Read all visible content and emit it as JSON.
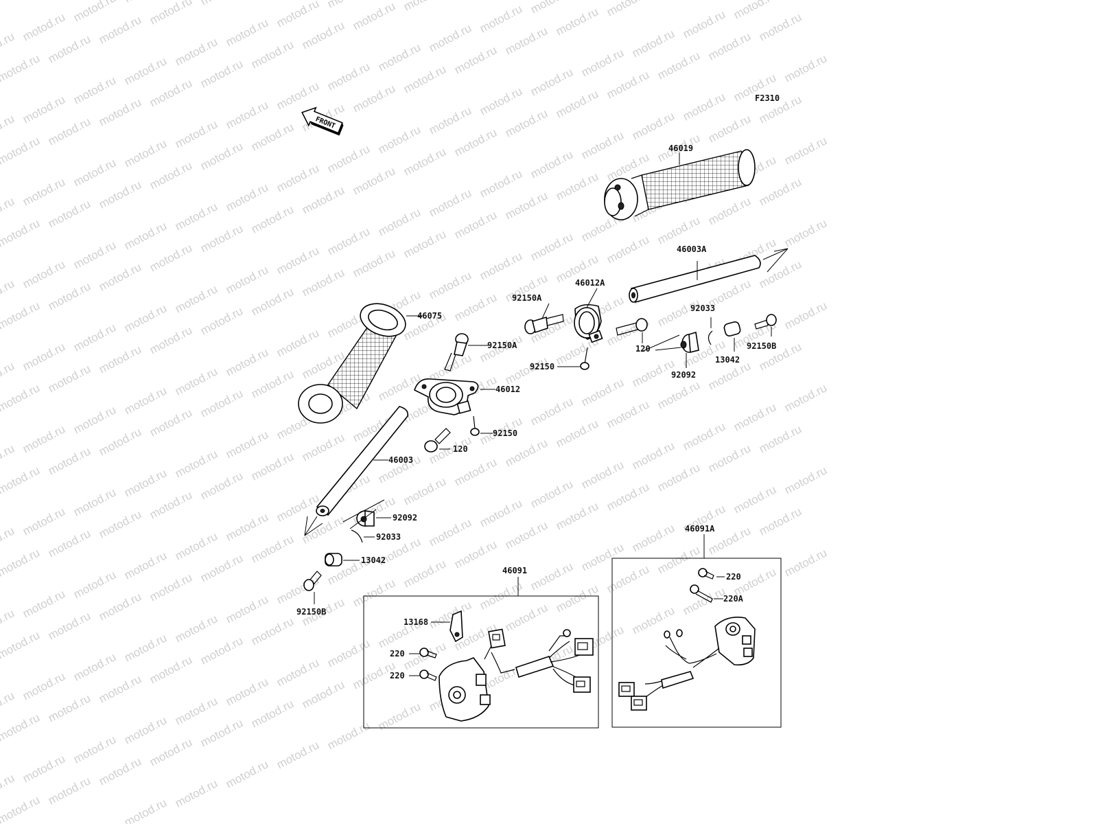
{
  "watermark": "motod.ru",
  "figure_code": "F2310",
  "front_label": "FRONT",
  "labels": {
    "p46019": "46019",
    "p46003A": "46003A",
    "p46012A": "46012A",
    "p92150A_top": "92150A",
    "p92033_top": "92033",
    "p46075": "46075",
    "p92150A_mid": "92150A",
    "p120_top": "120",
    "p92150B_top": "92150B",
    "p13042_top": "13042",
    "p92150_top": "92150",
    "p92092_top": "92092",
    "p46012": "46012",
    "p92150_mid": "92150",
    "p120_mid": "120",
    "p46003": "46003",
    "p92092_bot": "92092",
    "p92033_bot": "92033",
    "p13042_bot": "13042",
    "p92150B_bot": "92150B",
    "p46091": "46091",
    "p46091A": "46091A",
    "p13168": "13168",
    "p220_a": "220",
    "p220_b": "220",
    "p220_right": "220",
    "p220A_right": "220A"
  },
  "colors": {
    "line": "#000000",
    "watermark": "#cfcfcf",
    "background": "#ffffff"
  }
}
